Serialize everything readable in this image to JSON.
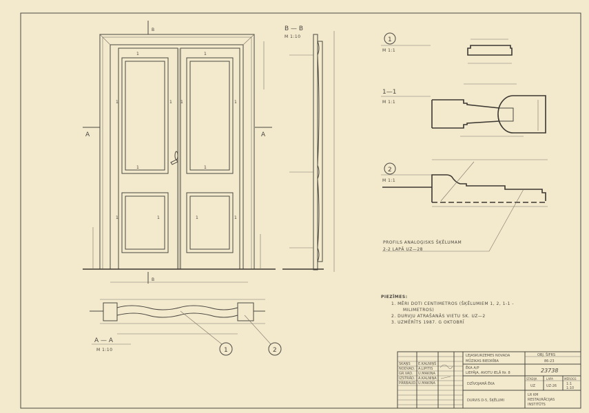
{
  "elevation": {
    "panel_mark": "1",
    "cut_mark_a": "A",
    "cut_mark_b": "B"
  },
  "section_bb": {
    "label": "B — B",
    "scale": "M 1:10"
  },
  "plan_aa": {
    "label": "A — A",
    "scale": "M 1:10",
    "callouts": [
      "1",
      "2"
    ]
  },
  "detail_1": {
    "label": "1",
    "scale": "M 1:1"
  },
  "section_11": {
    "label": "1—1",
    "scale": "M 1:1"
  },
  "detail_2": {
    "label": "2",
    "scale": "M 1:1",
    "note_line1": "PROFILS ANALOĢISKS ŠĶĒLUMAM",
    "note_line2": "2-2 LAPĀ UZ—28"
  },
  "notes": {
    "title": "PIEZĪMES:",
    "lines": [
      "1. MĒRI DOTI CENTIMETROS (ŠĶĒLUMIEM 1, 2, 1-1 -",
      "MILIMETROS)",
      "2. DURVJU ATRAŠANĀS VIETU SK. UZ—2",
      "3. UZMĒRĪTS 1987. G OKTOBRĪ"
    ]
  },
  "title_block": {
    "staff": [
      {
        "role": "SKAŅS",
        "name": "E.KALNIŅŠ"
      },
      {
        "role": "NODVAD.",
        "name": "A.LIPITIS"
      },
      {
        "role": "GR.VAD.",
        "name": "U.MAKINA"
      },
      {
        "role": "IZSTRĀD.",
        "name": "A.KALNIŅA"
      },
      {
        "role": "PĀRBAUD.",
        "name": "U.MAKINA"
      }
    ],
    "client": [
      "LEJASKURZEMES NOVADA",
      "MŪZIKAS BIEDRĪBA"
    ],
    "object_code_label": "OBJ. ŠIFRS",
    "object_code": "86-23",
    "building": [
      "ĒKA A/P",
      "LIEPĀJA, AVOTU IELĀ Nr. 8"
    ],
    "archive_number": "23738",
    "building_type": "DZĪVOJAMĀ ĒKA",
    "stage_label": "STADIJA",
    "sheet_label": "LAPA",
    "scale_label": "MĒROGS",
    "stage": "UZ",
    "sheet": "UZ-26",
    "scale": [
      "1:1",
      "1:10"
    ],
    "drawing_title": "DURVIS D-5, ŠĶĒLUMI",
    "institute": [
      "LR KM",
      "RESTAURĀCIJAS",
      "INSTITŪTS"
    ]
  }
}
